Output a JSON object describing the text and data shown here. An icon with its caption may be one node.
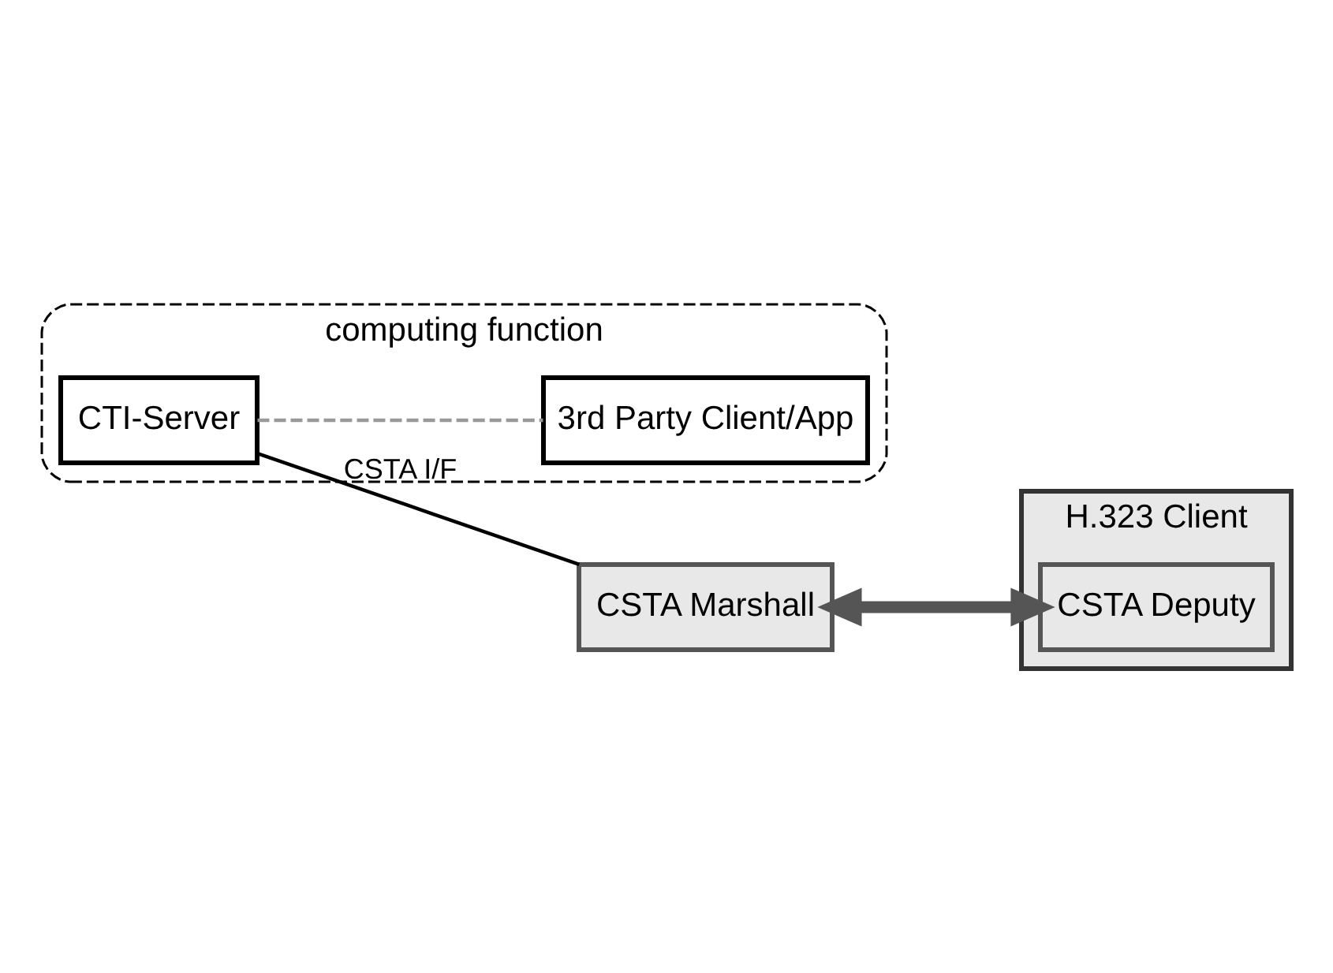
{
  "diagram": {
    "nodes": [
      {
        "text": [
          "computing function"
        ]
      },
      {
        "text": [
          "CTI-Server"
        ],
        "in": 0
      },
      {
        "text": [
          "3rd Party Client/App"
        ],
        "in": 0
      },
      {
        "text": [
          "CSTA Marshall"
        ]
      },
      {
        "text": [
          "H.323 Client"
        ]
      },
      {
        "text": [
          "CSTA Deputy"
        ],
        "in": 4
      }
    ],
    "edges": [
      {
        "from": 1,
        "to": 2,
        "arrow": "none",
        "style": "dashed",
        "color": "#999999"
      },
      {
        "from": 1,
        "to": 3,
        "arrow": "none",
        "label": "CSTA I/F",
        "color": "#000000"
      },
      {
        "from": 3,
        "to": 5,
        "arrow": "both",
        "style": "thick",
        "color": "#555555"
      }
    ]
  }
}
